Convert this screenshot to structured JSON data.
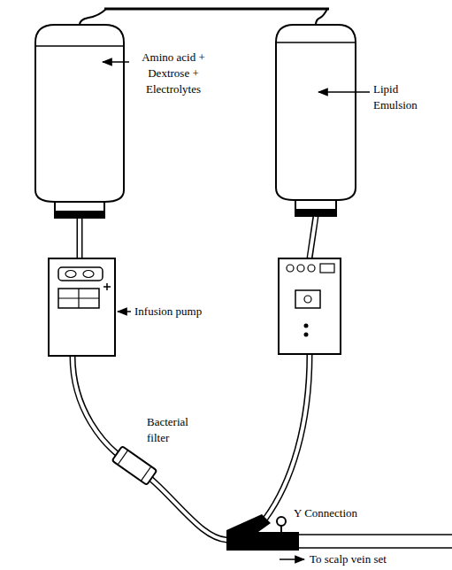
{
  "diagram": {
    "labels": [
      "Amino acid + Dextrose + Electrolytes",
      "Lipid Emulsion",
      "Infusion pump",
      "Bacterial filter",
      "Y Connection",
      "To scalp vein set"
    ]
  }
}
